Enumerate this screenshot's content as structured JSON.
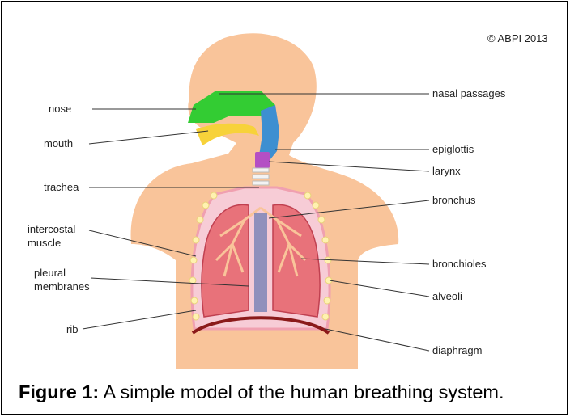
{
  "copyright": "© ABPI 2013",
  "labels": {
    "nose": "nose",
    "mouth": "mouth",
    "trachea": "trachea",
    "intercostal_1": "intercostal",
    "intercostal_2": "muscle",
    "pleural_1": "pleural",
    "pleural_2": "membranes",
    "rib": "rib",
    "nasal_passages": "nasal passages",
    "epiglottis": "epiglottis",
    "larynx": "larynx",
    "bronchus": "bronchus",
    "bronchioles": "bronchioles",
    "alveoli": "alveoli",
    "diaphragm": "diaphragm"
  },
  "caption": {
    "prefix": "Figure 1:",
    "text": " A simple model of the human breathing system."
  },
  "colors": {
    "skin": "#f9c49a",
    "lung": "#e8727a",
    "nasal": "#33cc33",
    "airway_blue": "#3d8fd1",
    "larynx": "#b44fc4",
    "tongue": "#f7d23a",
    "diaphragm": "#8b1a1a",
    "rib": "#fff2b0"
  }
}
